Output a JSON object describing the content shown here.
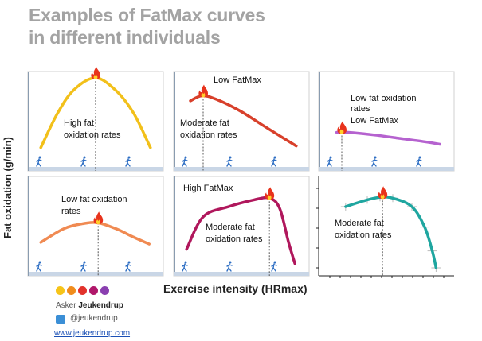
{
  "title_line1": "Examples of FatMax curves",
  "title_line2": "in different individuals",
  "ylabel": "Fat oxidation (g/min)",
  "xlabel": "Exercise intensity (HRmax)",
  "branding": {
    "asker": "Asker",
    "name": "Jeukendrup",
    "twitter": "@jeukendrup",
    "website": "www.jeukendrup.com",
    "dot_colors": [
      "#f6c419",
      "#f08c1c",
      "#e2322b",
      "#b0176a",
      "#8a3fb0"
    ]
  },
  "chart_data": [
    {
      "type": "line",
      "color": "#f2c01a",
      "labels": [
        "High fat",
        "oxidation rates"
      ],
      "curve": [
        [
          0.07,
          0.18
        ],
        [
          0.2,
          0.58
        ],
        [
          0.33,
          0.86
        ],
        [
          0.5,
          1.0
        ],
        [
          0.66,
          0.85
        ],
        [
          0.8,
          0.58
        ],
        [
          0.93,
          0.18
        ]
      ],
      "peak_x": 0.5,
      "peak_y": 1.0
    },
    {
      "type": "line",
      "color": "#d8402b",
      "labels": [
        "Low FatMax",
        "Moderate fat",
        "oxidation rates"
      ],
      "curve": [
        [
          0.1,
          0.73
        ],
        [
          0.19,
          0.79
        ],
        [
          0.3,
          0.75
        ],
        [
          0.48,
          0.62
        ],
        [
          0.65,
          0.46
        ],
        [
          0.8,
          0.32
        ],
        [
          0.93,
          0.2
        ]
      ],
      "peak_x": 0.2,
      "peak_y": 0.79
    },
    {
      "type": "line",
      "color": "#b562cf",
      "labels": [
        "Low fat oxidation",
        "rates",
        "Low FatMax"
      ],
      "curve": [
        [
          0.11,
          0.36
        ],
        [
          0.2,
          0.36
        ],
        [
          0.4,
          0.33
        ],
        [
          0.6,
          0.29
        ],
        [
          0.8,
          0.25
        ],
        [
          0.92,
          0.22
        ]
      ],
      "peak_x": 0.15,
      "peak_y": 0.36
    },
    {
      "type": "line",
      "color": "#f08a52",
      "labels": [
        "Low fat oxidation",
        "rates"
      ],
      "curve": [
        [
          0.07,
          0.3
        ],
        [
          0.25,
          0.46
        ],
        [
          0.4,
          0.52
        ],
        [
          0.52,
          0.53
        ],
        [
          0.66,
          0.46
        ],
        [
          0.8,
          0.36
        ],
        [
          0.92,
          0.28
        ]
      ],
      "peak_x": 0.52,
      "peak_y": 0.53
    },
    {
      "type": "line",
      "color": "#b0175c",
      "labels": [
        "High FatMax",
        "Moderate fat",
        "oxidation rates"
      ],
      "curve": [
        [
          0.07,
          0.22
        ],
        [
          0.2,
          0.6
        ],
        [
          0.4,
          0.72
        ],
        [
          0.6,
          0.8
        ],
        [
          0.72,
          0.82
        ],
        [
          0.8,
          0.7
        ],
        [
          0.87,
          0.3
        ],
        [
          0.92,
          0.05
        ]
      ],
      "peak_x": 0.72,
      "peak_y": 0.82
    },
    {
      "type": "line",
      "color": "#1fa6a0",
      "labels": [
        "Moderate fat",
        "oxidation rates"
      ],
      "curve": [
        [
          0.18,
          0.72
        ],
        [
          0.35,
          0.8
        ],
        [
          0.45,
          0.83
        ],
        [
          0.55,
          0.82
        ],
        [
          0.7,
          0.72
        ],
        [
          0.8,
          0.48
        ],
        [
          0.86,
          0.2
        ],
        [
          0.89,
          0.0
        ]
      ],
      "peak_x": 0.47,
      "peak_y": 0.83
    }
  ]
}
